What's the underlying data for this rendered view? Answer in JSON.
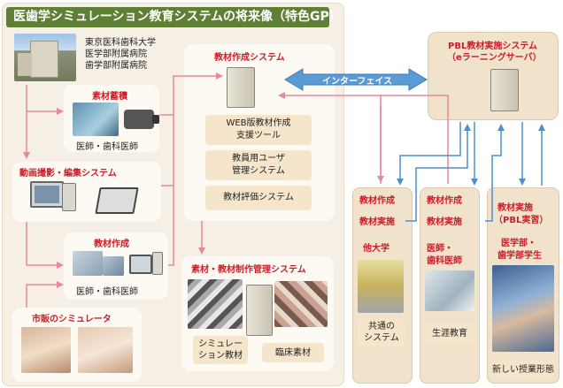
{
  "title": "医歯学シミュレーション教育システムの将来像（特色GP）",
  "university": [
    "東京医科歯科大学",
    "医学部附属病院",
    "歯学部附属病院"
  ],
  "material_storage": {
    "title": "素材蓄積",
    "caption": "医師・歯科医師"
  },
  "video_system": {
    "title": "動画撮影・編集システム"
  },
  "material_creation": {
    "title": "教材作成",
    "caption": "医師・歯科医師"
  },
  "simulator": {
    "title": "市販のシミュレータ"
  },
  "authoring_system": {
    "title": "教材作成システム",
    "tools": [
      {
        "line1": "WEB版教材作成",
        "line2": "支援ツール"
      },
      {
        "line1": "教員用ユーザ",
        "line2": "管理システム"
      },
      {
        "line1": "教材評価システム",
        "line2": ""
      }
    ]
  },
  "management_system": {
    "title": "素材・教材制作管理システム",
    "items": [
      {
        "line1": "シミュレー",
        "line2": "ション教材"
      },
      {
        "line1": "臨床素材",
        "line2": ""
      }
    ]
  },
  "interface_label": "インターフェイス",
  "pbl_system": {
    "title": "PBL教材実施システム",
    "subtitle": "（eラーニングサーバ）"
  },
  "column_other": {
    "line1": "教材作成",
    "line2": "教材実施",
    "org": "他大学",
    "caption_line1": "共通の",
    "caption_line2": "システム"
  },
  "column_doctors": {
    "line1": "教材作成",
    "line2": "教材実施",
    "org_line1": "医師・",
    "org_line2": "歯科医師",
    "caption": "生涯教育"
  },
  "column_students": {
    "line1": "教材実施",
    "line2": "（PBL実習）",
    "org_line1": "医学部・",
    "org_line2": "歯学部学生",
    "caption": "新しい授業形態"
  },
  "colors": {
    "title_bg": "#5f7f35",
    "heading_red": "#c8202a",
    "arrow_pink": "#e48a9a",
    "arrow_blue": "#4f8fcc",
    "panel_tan": "#f0e2cb"
  }
}
